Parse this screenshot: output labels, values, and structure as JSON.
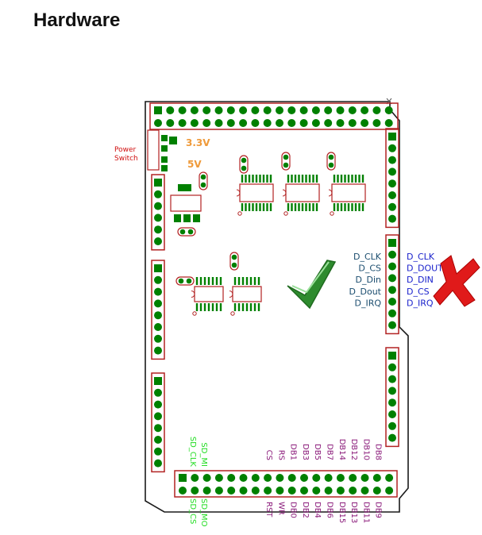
{
  "page": {
    "title": "Hardware"
  },
  "colors": {
    "outline": "#1a1a1a",
    "pcb_red": "#b22222",
    "pad_green": "#008000",
    "label_orange": "#ef9a3a",
    "label_red": "#d01010",
    "label_blue": "#1a22cc",
    "label_teal": "#1a4c6e",
    "label_purple": "#8a1a7a",
    "label_green": "#22dd22",
    "check_green": "#3aa43a",
    "cross_red": "#e01a1a"
  },
  "power": {
    "label_line1": "Power",
    "label_line2": "Switch",
    "v33": "3.3V",
    "v5": "5V"
  },
  "signals": {
    "left": [
      "D_CLK",
      "D_CS",
      "D_Din",
      "D_Dout",
      "D_IRQ"
    ],
    "right": [
      "D_CLK",
      "D_DOUT",
      "D_DIN",
      "D_CS",
      "D_IRQ"
    ]
  },
  "sd": {
    "top": [
      "SD_CLK",
      "SD_MI"
    ],
    "bottom": [
      "SD_CS",
      "SD_MO"
    ]
  },
  "bus": {
    "top": [
      "CS",
      "RS",
      "DB1",
      "DB3",
      "DB5",
      "DB7",
      "DB14",
      "DB12",
      "DB10",
      "DB8"
    ],
    "bottom": [
      "RST",
      "WR",
      "DB0",
      "DB2",
      "DB4",
      "DB6",
      "DB15",
      "DB13",
      "DB11",
      "DB9"
    ]
  },
  "icons": {
    "check": "check-mark-icon",
    "cross": "cross-mark-icon"
  }
}
